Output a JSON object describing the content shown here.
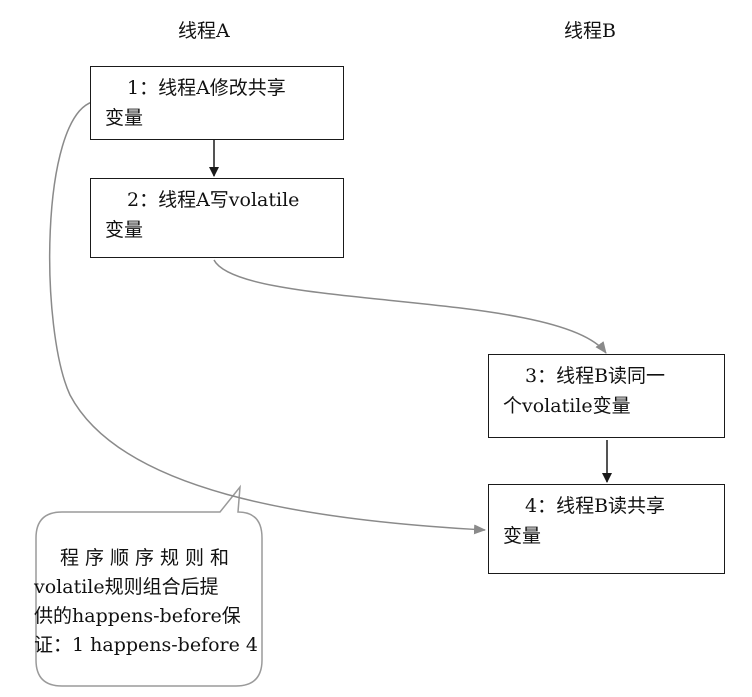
{
  "headers": {
    "thread_a": "线程A",
    "thread_b": "线程B"
  },
  "boxes": [
    {
      "line1": "1：线程A修改共享",
      "line2": "变量"
    },
    {
      "line1": "2：线程A写volatile",
      "line2": "变量"
    },
    {
      "line1": "3：线程B读同一",
      "line2": "个volatile变量"
    },
    {
      "line1": "4：线程B读共享",
      "line2": "变量"
    }
  ],
  "callout": {
    "lines": [
      "程序顺序规则和",
      "volatile规则组合后提",
      "供的happens-before保",
      "证：1 happens-before 4"
    ]
  },
  "colors": {
    "box_border": "#1a1a1a",
    "arrow_black": "#1a1a1a",
    "arrow_gray": "#8a8a8a",
    "callout_border": "#9a9a9a"
  }
}
